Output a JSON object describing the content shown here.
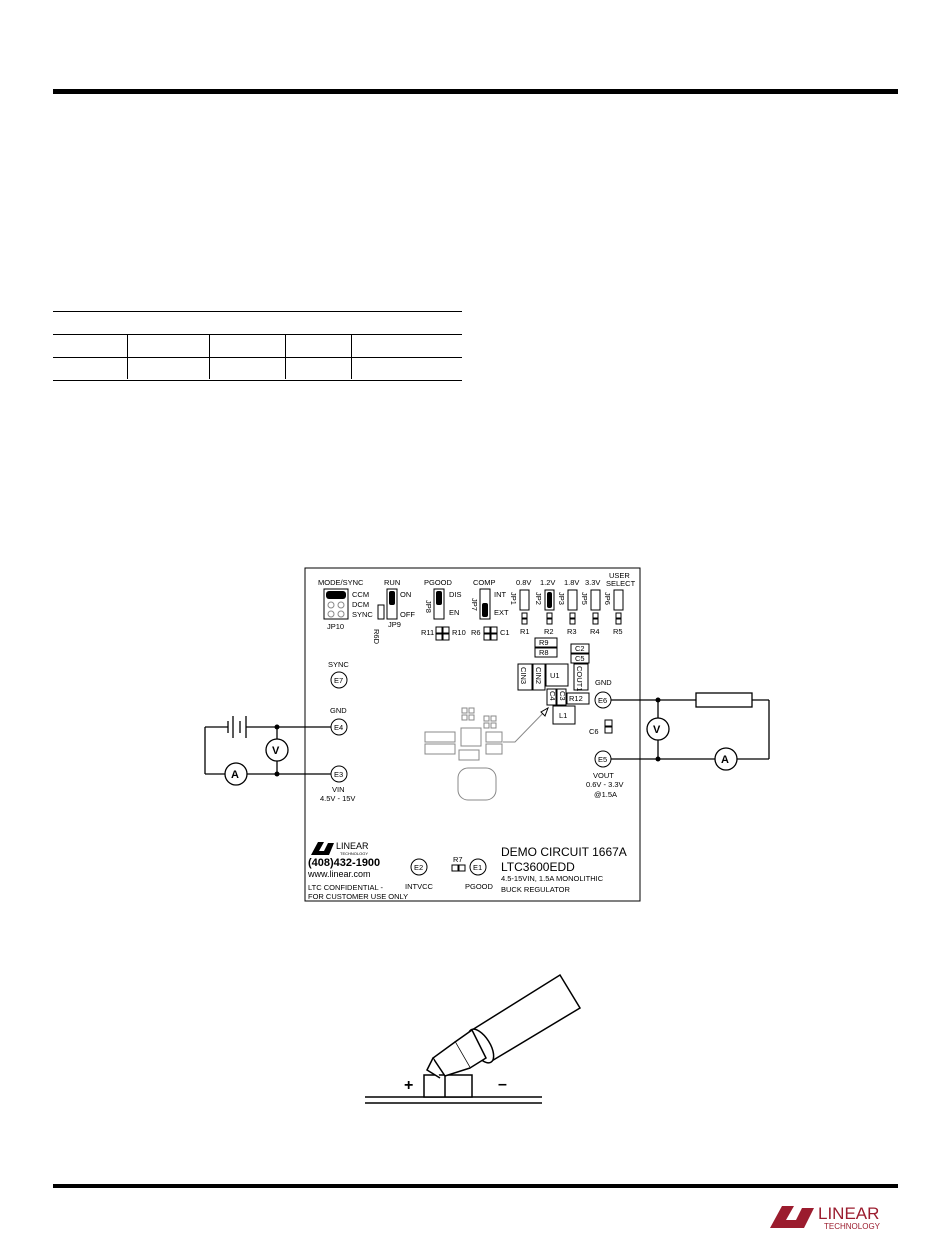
{
  "jumper_table": {
    "header": [
      "",
      "",
      "",
      "",
      ""
    ],
    "rows": [
      [
        "",
        "",
        "",
        "",
        ""
      ],
      [
        "",
        "",
        "",
        "",
        ""
      ]
    ]
  },
  "board": {
    "jumper_labels": {
      "mode_sync": "MODE/SYNC",
      "run": "RUN",
      "pgood": "PGOOD",
      "comp": "COMP",
      "v08": "0.8V",
      "v12": "1.2V",
      "v18": "1.8V",
      "v33": "3.3V",
      "user": "USER",
      "select": "SELECT"
    },
    "mode_opts": [
      "CCM",
      "DCM",
      "SYNC"
    ],
    "jp10": "JP10",
    "run_on": "ON",
    "run_off": "OFF",
    "jp9": "JP9",
    "r6d": "R6D",
    "pgood_dis": "DIS",
    "pgood_en": "EN",
    "jp8": "JP8",
    "comp_int": "INT",
    "comp_ext": "EXT",
    "jp7": "JP7",
    "jp_select": [
      "JP1",
      "JP2",
      "JP3",
      "JP5",
      "JP6"
    ],
    "r_select": [
      "R1",
      "R2",
      "R3",
      "R4",
      "R5"
    ],
    "r11": "R11",
    "r10": "R10",
    "r6": "R6",
    "c1": "C1",
    "r9": "R9",
    "r8": "R8",
    "c2": "C2",
    "c5": "C5",
    "u1": "U1",
    "cin2": "CIN2",
    "cin3": "CIN3",
    "cout1": "COUT1",
    "c4": "C4",
    "c3": "C3",
    "r12": "R12",
    "l1": "L1",
    "c6": "C6",
    "sync": "SYNC",
    "e7": "E7",
    "gnd_left": "GND",
    "e4": "E4",
    "e3": "E3",
    "vin": "VIN",
    "vin_range": "4.5V - 15V",
    "gnd_right": "GND",
    "e6": "E6",
    "e5": "E5",
    "vout": "VOUT",
    "vout_range": "0.6V - 3.3V",
    "vout_current": "@1.5A",
    "logo_main": "LINEAR",
    "logo_sub": "TECHNOLOGY",
    "phone": "(408)432-1900",
    "web": "www.linear.com",
    "conf1": "LTC CONFIDENTIAL -",
    "conf2": "FOR CUSTOMER USE ONLY",
    "e2": "E2",
    "intvcc": "INTVCC",
    "r7": "R7",
    "e1": "E1",
    "pgood_pin": "PGOOD",
    "demo_title": "DEMO CIRCUIT 1667A",
    "part": "LTC3600EDD",
    "desc1": "4.5-15VIN, 1.5A MONOLITHIC",
    "desc2": "BUCK REGULATOR"
  },
  "meters": {
    "voltmeter": "V",
    "ammeter": "A"
  },
  "probe": {
    "plus": "+",
    "minus": "–"
  },
  "footer": {
    "logo_main": "LINEAR",
    "logo_sub": "TECHNOLOGY"
  }
}
